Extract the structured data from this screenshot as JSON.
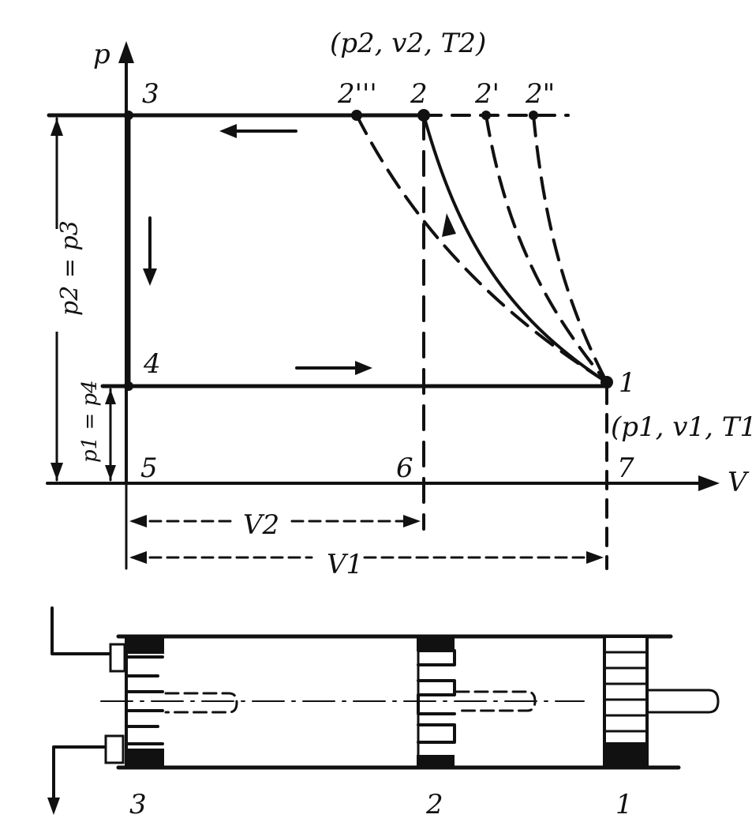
{
  "axes": {
    "p_label": "p",
    "v_label": "V"
  },
  "points": {
    "p1": "1",
    "p2": "2",
    "p2_prime": "2'",
    "p2_double": "2\"",
    "p2_triple": "2'''",
    "p3": "3",
    "p4": "4",
    "p5": "5",
    "p6": "6",
    "p7": "7"
  },
  "state_labels": {
    "state2": "(p2, v2, T2)",
    "state1": "(p1, v1, T1)"
  },
  "dimensions": {
    "p_high": "p2 = p3",
    "p_low": "p1 = p4",
    "v2": "V2",
    "v1": "V1"
  },
  "cylinder": {
    "piston3": "3",
    "piston2": "2",
    "piston1": "1"
  }
}
